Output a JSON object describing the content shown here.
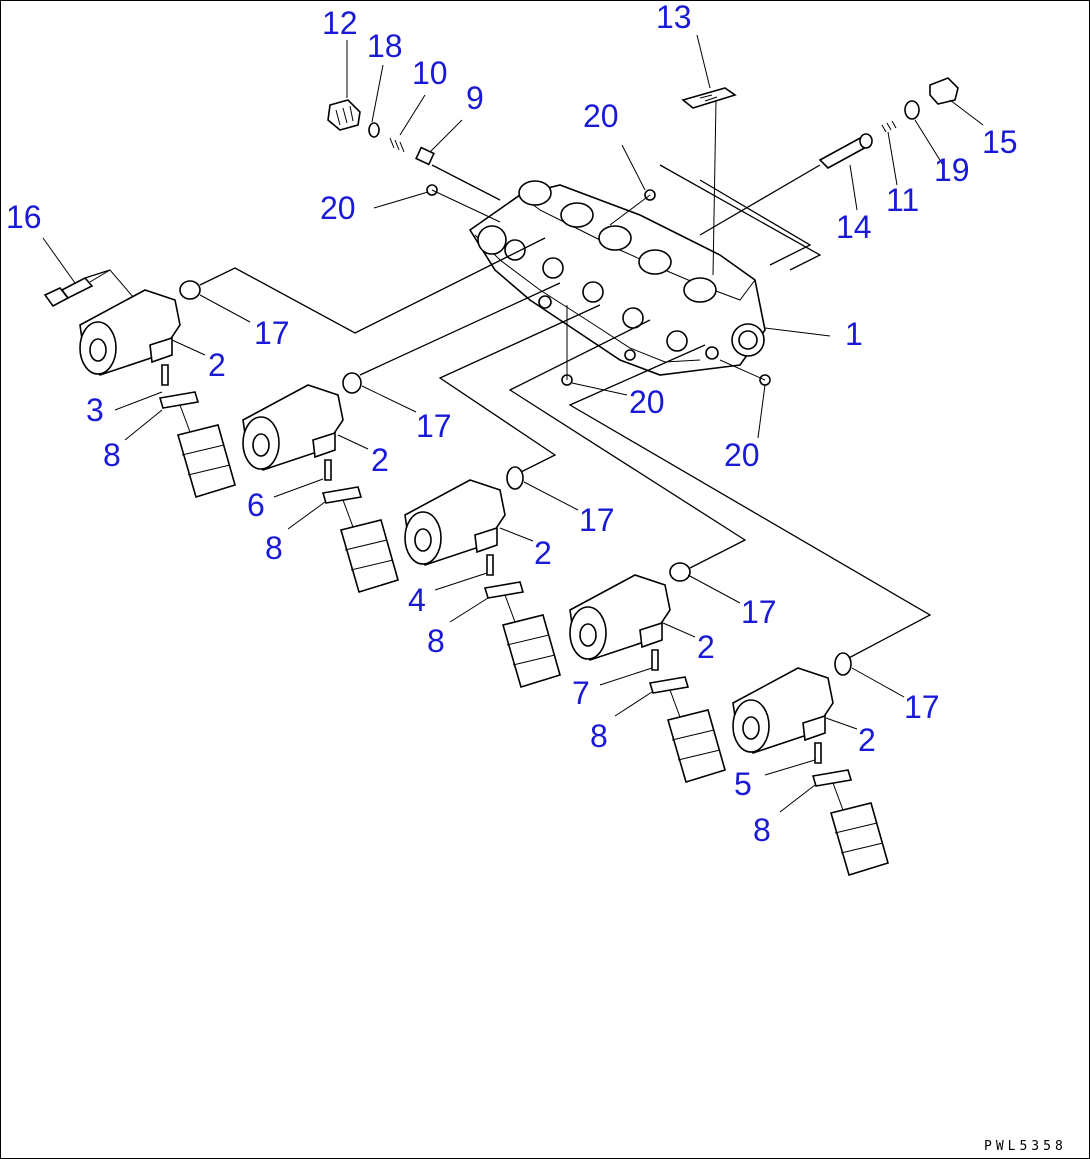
{
  "drawing_code": "PWL5358",
  "callouts": {
    "c1": "1",
    "c2a": "2",
    "c2b": "2",
    "c2c": "2",
    "c2d": "2",
    "c2e": "2",
    "c3": "3",
    "c4": "4",
    "c5": "5",
    "c6": "6",
    "c7": "7",
    "c8a": "8",
    "c8b": "8",
    "c8c": "8",
    "c8d": "8",
    "c8e": "8",
    "c9": "9",
    "c10": "10",
    "c11": "11",
    "c12": "12",
    "c13": "13",
    "c14": "14",
    "c15": "15",
    "c16": "16",
    "c17a": "17",
    "c17b": "17",
    "c17c": "17",
    "c17d": "17",
    "c17e": "17",
    "c18": "18",
    "c19": "19",
    "c20a": "20",
    "c20b": "20",
    "c20c": "20",
    "c20d": "20"
  }
}
